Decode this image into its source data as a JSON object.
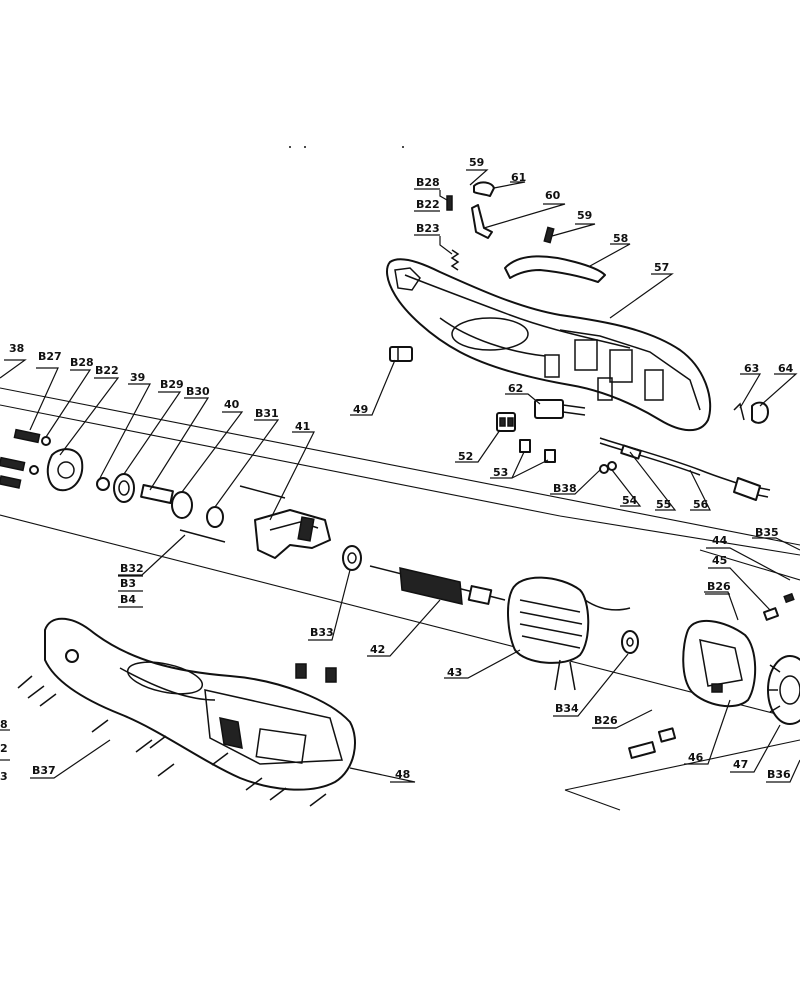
{
  "diagram": {
    "labels": {
      "l59a": "59",
      "l61": "61",
      "lB28a": "B28",
      "lB22a": "B22",
      "l60": "60",
      "lB23a": "B23",
      "l59b": "59",
      "l58": "58",
      "l57": "57",
      "l38": "38",
      "lB27": "B27",
      "lB28b": "B28",
      "lB22b": "B22",
      "l39": "39",
      "lB29": "B29",
      "lB30": "B30",
      "l40": "40",
      "lB31": "B31",
      "l41": "41",
      "l49": "49",
      "l62": "62",
      "l63": "63",
      "l64": "64",
      "l52": "52",
      "l53": "53",
      "lB38": "B38",
      "l54": "54",
      "l55": "55",
      "l56": "56",
      "l44": "44",
      "lB35": "B35",
      "l45": "45",
      "lB26a": "B26",
      "lB32": "B32",
      "lB3": "B3",
      "lB4": "B4",
      "lB33": "B33",
      "l42": "42",
      "l43": "43",
      "lB34": "B34",
      "lB26b": "B26",
      "l46": "46",
      "l47": "47",
      "lB36": "B36",
      "lB37": "B37",
      "l48": "48",
      "edge8": "8",
      "edge2": "2",
      "edge3": "3"
    },
    "colors": {
      "line": "#111111",
      "fill": "#ffffff",
      "dark": "#222222"
    }
  }
}
